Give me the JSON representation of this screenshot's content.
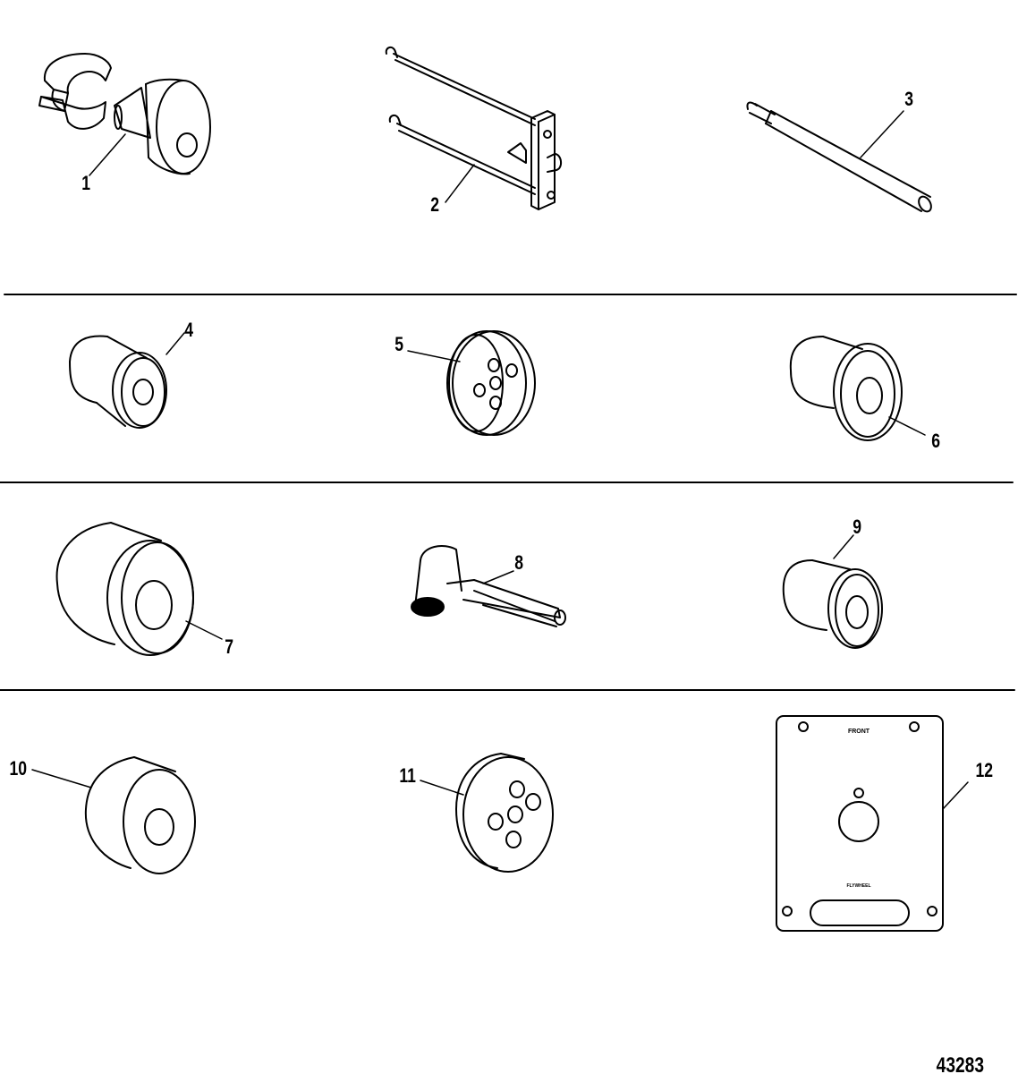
{
  "callouts": {
    "c1": "1",
    "c2": "2",
    "c3": "3",
    "c4": "4",
    "c5": "5",
    "c6": "6",
    "c7": "7",
    "c8": "8",
    "c9": "9",
    "c10": "10",
    "c11": "11",
    "c12": "12"
  },
  "plate": {
    "top_label": "FRONT",
    "bottom_label": "FLYWHEEL"
  },
  "figure_number": "43283",
  "colors": {
    "line": "#000000",
    "background": "#ffffff"
  }
}
